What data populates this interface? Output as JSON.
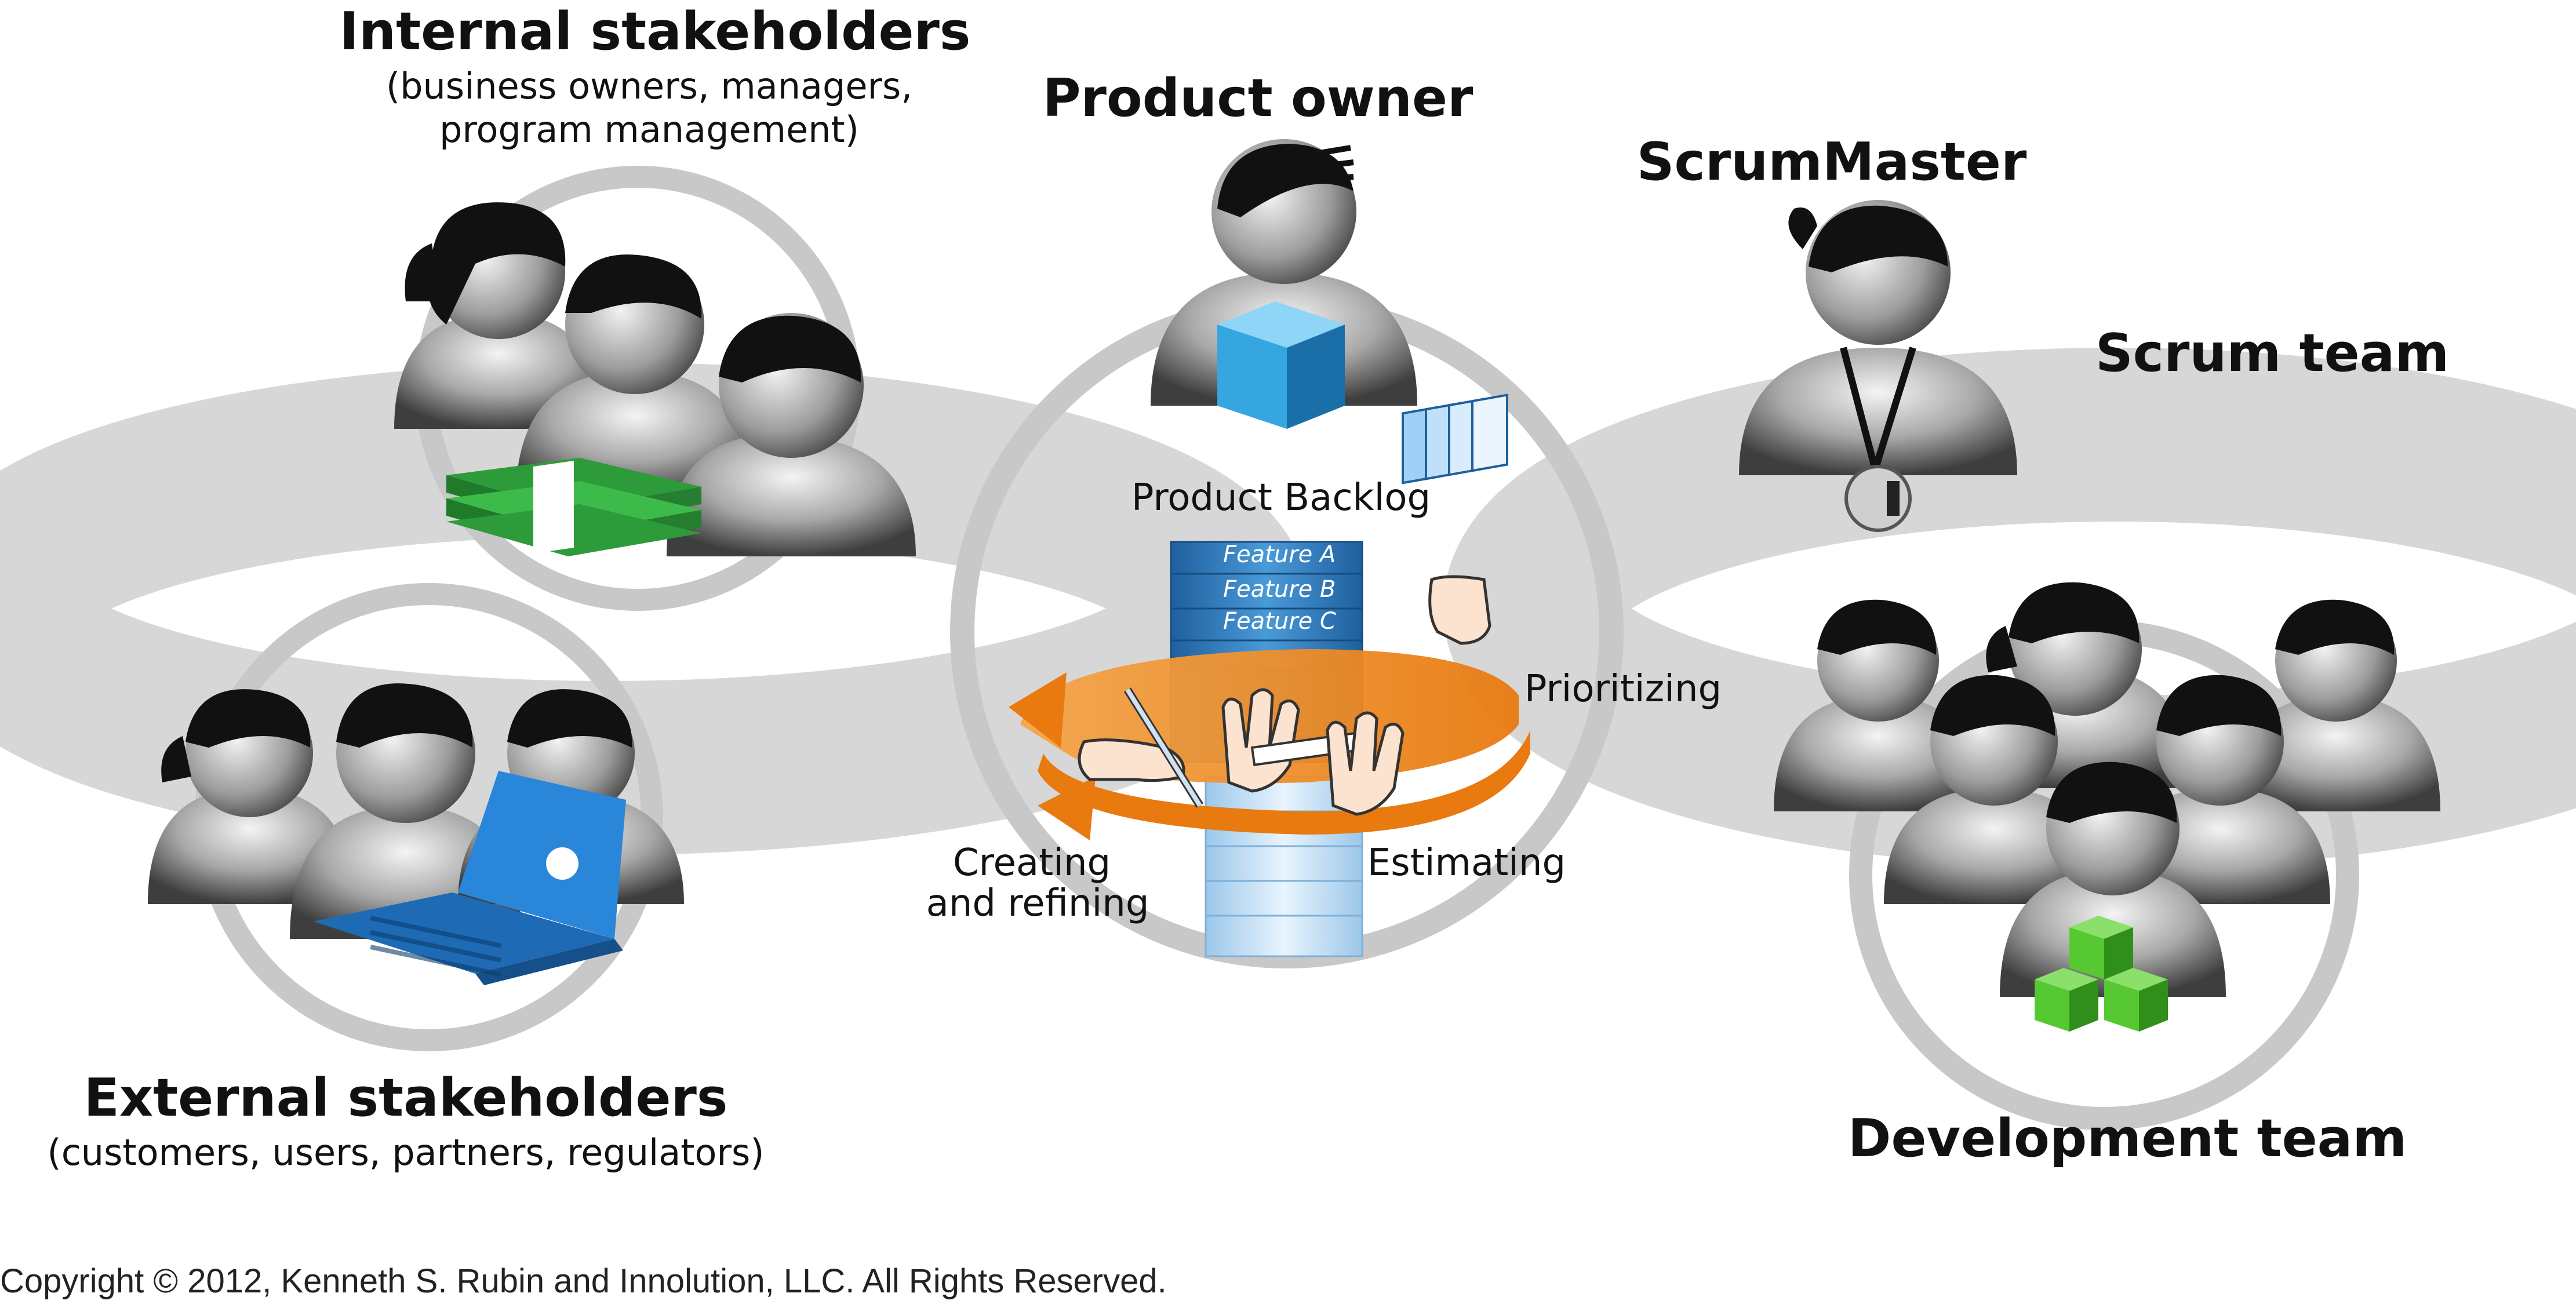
{
  "labels": {
    "internal_title": "Internal stakeholders",
    "internal_sub1": "(business owners, managers,",
    "internal_sub2": "program management)",
    "product_owner": "Product owner",
    "scrummaster": "ScrumMaster",
    "scrum_team": "Scrum team",
    "product_backlog": "Product Backlog",
    "prioritizing": "Prioritizing",
    "creating1": "Creating",
    "creating2": "and refining",
    "estimating": "Estimating",
    "external_title": "External stakeholders",
    "external_sub": "(customers, users, partners, regulators)",
    "dev_team": "Development team"
  },
  "backlog_items": [
    "Feature A",
    "Feature B",
    "Feature C"
  ],
  "copyright": "Copyright © 2012, Kenneth S. Rubin and Innolution, LLC. All Rights Reserved.",
  "colors": {
    "ring": "#cfcfcf",
    "ring_dark": "#bdbdbd",
    "person_light": "#e6e6e6",
    "person_dark": "#4a4a4a",
    "hair": "#111111",
    "money": "#2e9b3a",
    "laptop": "#2a7fd0",
    "cube": "#35a6e0",
    "blocks": "#55c832",
    "arrow": "#f28c1c",
    "stack": "#2f7fc4"
  },
  "icons": [
    "money-stack-icon",
    "laptop-icon",
    "product-cube-icon",
    "green-blocks-icon",
    "whistle-icon",
    "hand-pen-icon",
    "hand-ruler-icon",
    "hand-cards-icon"
  ]
}
